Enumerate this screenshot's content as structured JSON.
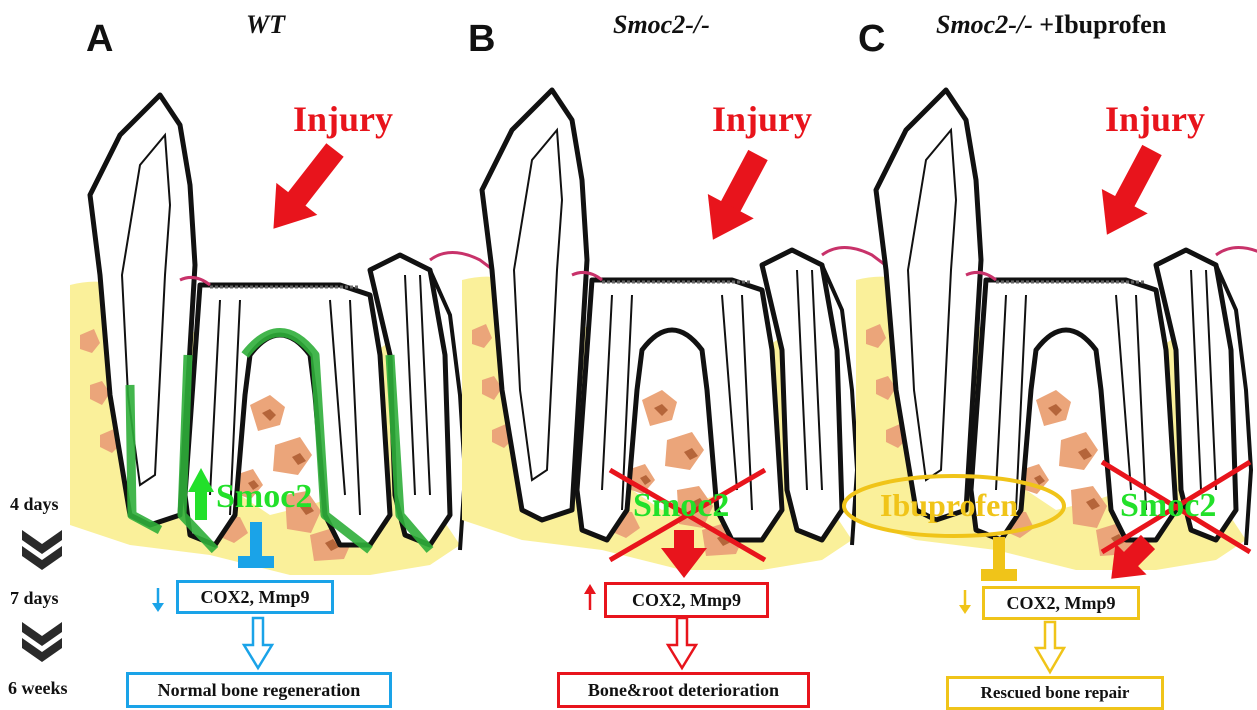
{
  "panels": [
    {
      "letter": "A",
      "title": "WT"
    },
    {
      "letter": "B",
      "title": "Smoc2-/-"
    },
    {
      "letter": "C",
      "title_italic": "Smoc2-/-",
      "title_plain": " +Ibuprofen"
    }
  ],
  "injury_label": "Injury",
  "smoc2_label": "Smoc2",
  "ibuprofen_label": "Ibuprofen",
  "timeline": [
    "4 days",
    "7 days",
    "6 weeks"
  ],
  "markers_label": "COX2, Mmp9",
  "outcomes": {
    "A": "Normal bone regeneration",
    "B": "Bone&root deterioration",
    "C": "Rescued bone repair"
  },
  "colors": {
    "injury": "#e8141c",
    "smoc2": "#22e02a",
    "wt_flow": "#1aa3e8",
    "ko_flow": "#e8141c",
    "ibu_flow": "#f0c419",
    "bone": "#faf09a",
    "marrow": "#eba57a",
    "ligament": "#2fae3a",
    "gingiva": "#c8326a"
  }
}
